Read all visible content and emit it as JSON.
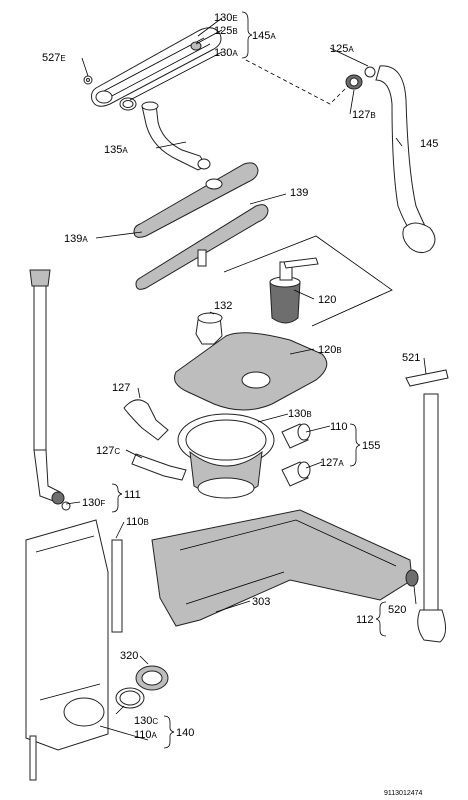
{
  "callouts": {
    "c130e": {
      "num": "130",
      "suf": "E"
    },
    "c125b": {
      "num": "125",
      "suf": "B"
    },
    "c130a": {
      "num": "130",
      "suf": "A"
    },
    "c145a": {
      "num": "145",
      "suf": "A"
    },
    "c527e": {
      "num": "527",
      "suf": "E"
    },
    "c125a": {
      "num": "125",
      "suf": "A"
    },
    "c127b": {
      "num": "127",
      "suf": "B"
    },
    "c145": {
      "num": "145",
      "suf": ""
    },
    "c135a": {
      "num": "135",
      "suf": "A"
    },
    "c139": {
      "num": "139",
      "suf": ""
    },
    "c139a": {
      "num": "139",
      "suf": "A"
    },
    "c132": {
      "num": "132",
      "suf": ""
    },
    "c120": {
      "num": "120",
      "suf": ""
    },
    "c120b": {
      "num": "120",
      "suf": "B"
    },
    "c127": {
      "num": "127",
      "suf": ""
    },
    "c130b": {
      "num": "130",
      "suf": "B"
    },
    "c110": {
      "num": "110",
      "suf": ""
    },
    "c155": {
      "num": "155",
      "suf": ""
    },
    "c127c": {
      "num": "127",
      "suf": "C"
    },
    "c127a": {
      "num": "127",
      "suf": "A"
    },
    "c521": {
      "num": "521",
      "suf": ""
    },
    "c130f": {
      "num": "130",
      "suf": "F"
    },
    "c111": {
      "num": "111",
      "suf": ""
    },
    "c110b": {
      "num": "110",
      "suf": "B"
    },
    "c303": {
      "num": "303",
      "suf": ""
    },
    "c520": {
      "num": "520",
      "suf": ""
    },
    "c112": {
      "num": "112",
      "suf": ""
    },
    "c320": {
      "num": "320",
      "suf": ""
    },
    "c130c": {
      "num": "130",
      "suf": "C"
    },
    "c110a": {
      "num": "110",
      "suf": "A"
    },
    "c140": {
      "num": "140",
      "suf": ""
    }
  },
  "drawing_code": "9113012474",
  "colors": {
    "line": "#000000",
    "part_fill": "#bdbdbd",
    "dark_fill": "#6e6e6e"
  }
}
